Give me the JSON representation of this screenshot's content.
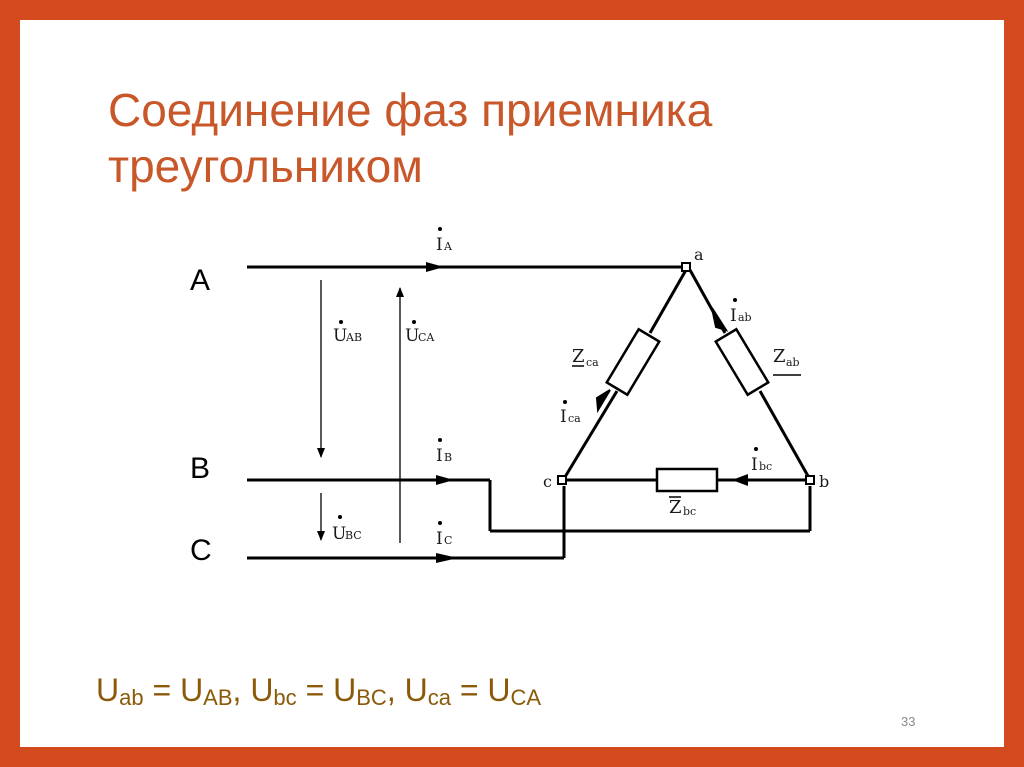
{
  "slide": {
    "title_line1": "Соединение фаз приемника",
    "title_line2": "треугольником",
    "page_number": "33",
    "border_color": "#d44a1f",
    "title_color": "#c8572a",
    "formula_color": "#8a5a08"
  },
  "diagram": {
    "lines": {
      "A": "A",
      "B": "B",
      "C": "C"
    },
    "nodes": {
      "a": "a",
      "b": "b",
      "c": "c"
    },
    "line_currents": {
      "IA": {
        "main": "I",
        "sub": "A"
      },
      "IB": {
        "main": "I",
        "sub": "B"
      },
      "IC": {
        "main": "I",
        "sub": "C"
      }
    },
    "line_voltages": {
      "UAB": {
        "main": "U",
        "sub": "AB"
      },
      "UCA": {
        "main": "U",
        "sub": "CA"
      },
      "UBC": {
        "main": "U",
        "sub": "BC"
      }
    },
    "phase_currents": {
      "Iab": {
        "main": "I",
        "sub": "ab"
      },
      "Ica": {
        "main": "I",
        "sub": "ca"
      },
      "Ibc": {
        "main": "I",
        "sub": "bc"
      }
    },
    "impedances": {
      "Zab": {
        "main": "Z",
        "sub": "ab"
      },
      "Zca": {
        "main": "Z",
        "sub": "ca"
      },
      "Zbc": {
        "main": "Z",
        "sub": "bc"
      }
    }
  },
  "formula": {
    "t1": {
      "main": "U",
      "sub": "ab"
    },
    "eq1": " = ",
    "t2": {
      "main": "U",
      "sub": "AB"
    },
    "sep1": ", ",
    "t3": {
      "main": "U",
      "sub": "bc"
    },
    "eq2": " = ",
    "t4": {
      "main": "U",
      "sub": "BC"
    },
    "sep2": ", ",
    "t5": {
      "main": "U",
      "sub": "ca"
    },
    "eq3": " = ",
    "t6": {
      "main": "U",
      "sub": "CA"
    }
  }
}
